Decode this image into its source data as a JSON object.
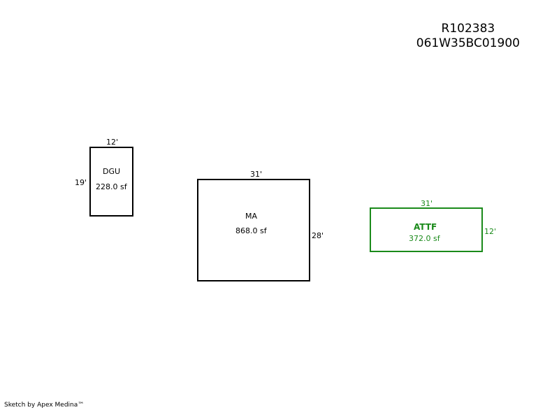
{
  "header": {
    "account_id": "R102383",
    "map_tax_lot": "061W35BC01900"
  },
  "areas": {
    "dgu": {
      "top_dim": "12'",
      "side_dim": "19'",
      "name": "DGU",
      "area": "228.0 sf"
    },
    "ma": {
      "top_dim": "31'",
      "side_dim": "28'",
      "name": "MA",
      "area": "868.0 sf"
    },
    "attf": {
      "top_dim": "31'",
      "side_dim": "12'",
      "name": "ATTF",
      "area": "372.0 sf"
    }
  },
  "colors": {
    "outline": "#000000",
    "attached": "#1a8a1a"
  },
  "footer": {
    "credit": "Sketch by Apex Medina™"
  }
}
